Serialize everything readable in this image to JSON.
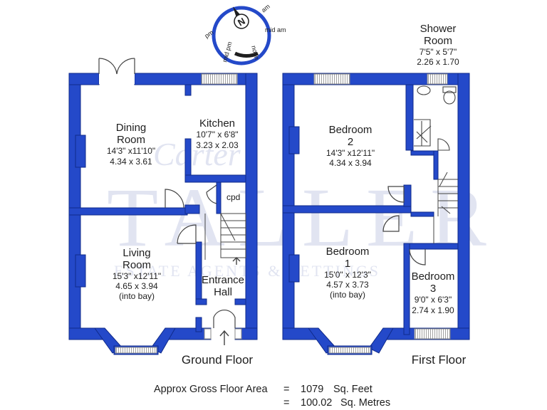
{
  "compass": {
    "north": "N",
    "labels": [
      "am",
      "mid am",
      "noon",
      "mid pm",
      "pm"
    ]
  },
  "watermark": {
    "script": "Carter",
    "main": "TALLER",
    "sub": "ESTATE AGENTS & LETTINGS"
  },
  "ground_floor": {
    "title": "Ground Floor",
    "rooms": {
      "dining": {
        "name1": "Dining",
        "name2": "Room",
        "imperial": "14'3\" x11'10\"",
        "metric": "4.34 x 3.61"
      },
      "kitchen": {
        "name1": "Kitchen",
        "imperial": "10'7\" x 6'8\"",
        "metric": "3.23 x 2.03"
      },
      "cpd": {
        "name1": "cpd"
      },
      "living": {
        "name1": "Living",
        "name2": "Room",
        "imperial": "15'3\" x12'11\"",
        "metric": "4.65 x 3.94",
        "note": "(into bay)"
      },
      "hall": {
        "name1": "Entrance",
        "name2": "Hall"
      }
    }
  },
  "first_floor": {
    "title": "First Floor",
    "rooms": {
      "shower": {
        "name1": "Shower",
        "name2": "Room",
        "imperial": "7'5\" x 5'7\"",
        "metric": "2.26 x 1.70"
      },
      "bed2": {
        "name1": "Bedroom",
        "name2": "2",
        "imperial": "14'3\" x12'11\"",
        "metric": "4.34 x 3.94"
      },
      "bed1": {
        "name1": "Bedroom",
        "name2": "1",
        "imperial": "15'0\" x 12'3\"",
        "metric": "4.57 x 3.73",
        "note": "(into bay)"
      },
      "bed3": {
        "name1": "Bedroom",
        "name2": "3",
        "imperial": "9'0\" x 6'3\"",
        "metric": "2.74 x 1.90"
      }
    }
  },
  "area": {
    "label": "Approx Gross Floor Area",
    "eq": "=",
    "sqft_value": "1079",
    "sqft_unit": "Sq. Feet",
    "sqm_value": "100.02",
    "sqm_unit": "Sq. Metres"
  },
  "colors": {
    "wall": "#2449c9",
    "wall_outline": "#0f2a8a",
    "fixture": "#444444",
    "window": "#8a8a8a"
  }
}
